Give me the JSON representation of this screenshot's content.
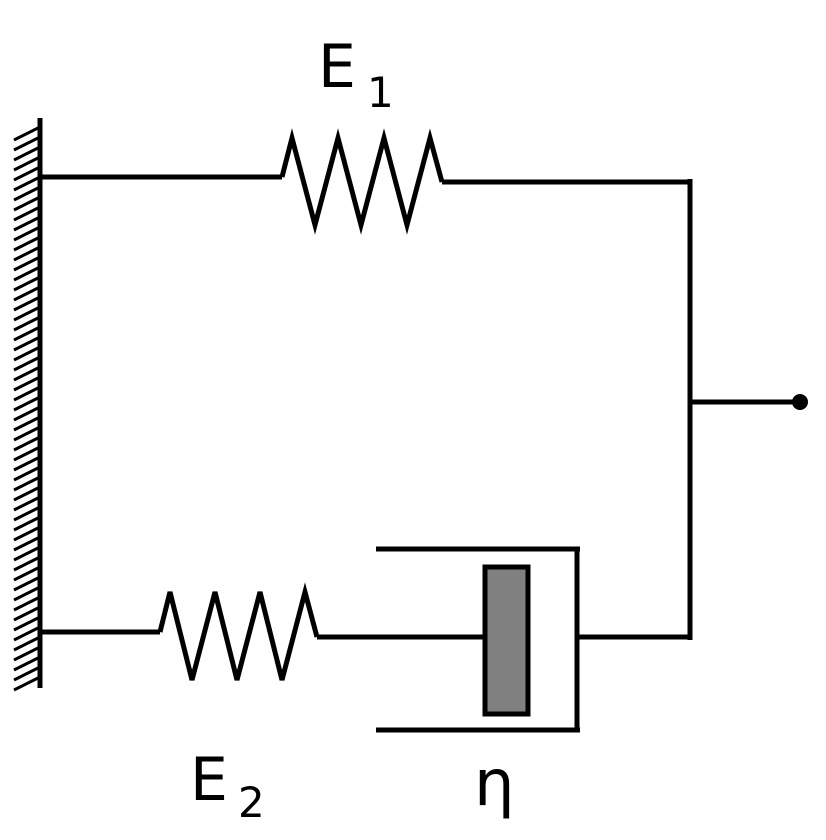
{
  "diagram": {
    "labels": {
      "spring_top_main": "E",
      "spring_top_sub": "1",
      "spring_bottom_main": "E",
      "spring_bottom_sub": "2",
      "dashpot": "η"
    },
    "colors": {
      "line": "#000000",
      "piston": "#808080",
      "background": "#ffffff"
    }
  }
}
